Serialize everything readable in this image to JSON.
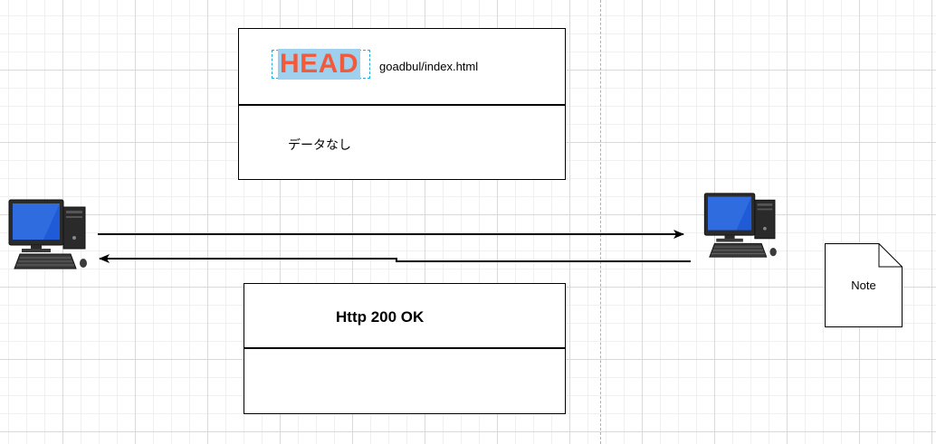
{
  "request": {
    "method": "HEAD",
    "path": "goadbul/index.html",
    "body": "データなし"
  },
  "response": {
    "status": "Http 200 OK"
  },
  "note": {
    "label": "Note"
  },
  "colors": {
    "method_text": "#f25a3c",
    "method_highlight": "#9fd0ee",
    "selection_border": "#2aa8d8",
    "monitor_screen": "#1f5bd6",
    "grid_major": "#d9d9d9",
    "grid_minor": "#f0f0f0"
  },
  "icons": {
    "client": "desktop-computer-icon",
    "server": "desktop-computer-icon",
    "note": "note-shape"
  }
}
